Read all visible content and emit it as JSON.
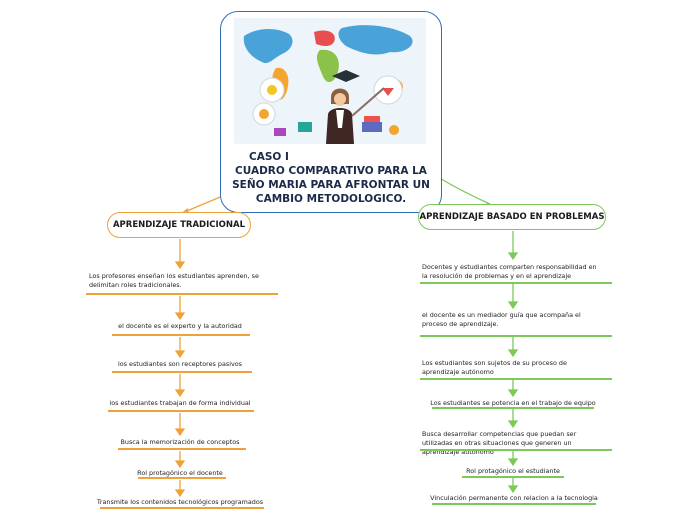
{
  "central": {
    "case_label": "CASO I",
    "title": "CUADRO COMPARATIVO PARA LA SEÑO MARIA PARA AFRONTAR UN CAMBIO METODOLOGICO."
  },
  "colors": {
    "left_branch": "#f0a23a",
    "right_branch": "#7cc95a",
    "central_border": "#2f6fb5"
  },
  "left": {
    "title": "APRENDIZAJE TRADICIONAL",
    "items": [
      "Los profesores enseñan los estudiantes aprenden, se delimitan roles tradicionales.",
      "el docente es el experto y la autoridad",
      "los estudiantes son receptores pasivos",
      "los estudiantes trabajan de forma individual",
      "Busca la memorización de conceptos",
      "Rol protagónico el docente",
      "Transmite los contenidos tecnológicos programados"
    ]
  },
  "right": {
    "title": "APRENDIZAJE BASADO EN PROBLEMAS",
    "items": [
      "Docentes y estudiantes comparten responsabilidad en la resolución de problemas y en el aprendizaje",
      "el docente es un mediador guía que acompaña el proceso de aprendizaje.",
      "Los estudiantes son sujetos de su proceso de aprendizaje autónomo",
      "Los estudiantes se potencia en el trabajo de equipo",
      "Busca desarrollar competencias que puedan ser utilizadas en otras situaciones que generen un aprendizaje autonomo",
      "Rol protagónico el estudiante",
      "Vinculación permanente con relacion a la tecnologia"
    ]
  }
}
